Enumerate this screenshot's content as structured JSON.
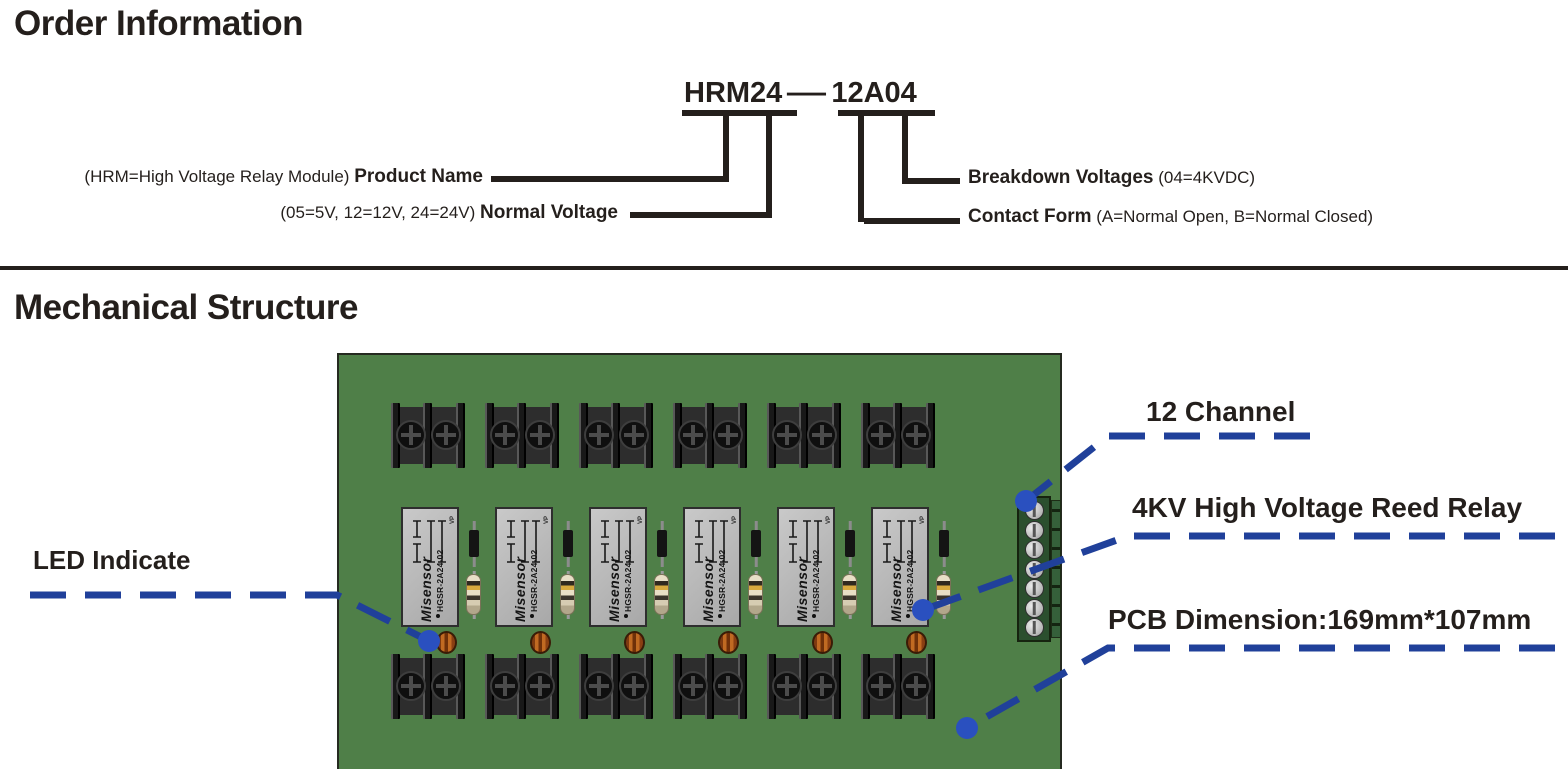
{
  "order_info": {
    "heading": "Order Information",
    "part_number": {
      "prefix": "HRM24",
      "separator": "—",
      "suffix": "12A04"
    },
    "left_labels": [
      {
        "paren": "(HRM=High Voltage Relay Module)",
        "name": "Product Name"
      },
      {
        "paren": "(05=5V, 12=12V, 24=24V)",
        "name": "Normal Voltage"
      }
    ],
    "right_labels": [
      {
        "name": "Breakdown Voltages",
        "paren": "(04=4KVDC)"
      },
      {
        "name": "Contact Form",
        "paren": "(A=Normal Open, B=Normal Closed)"
      }
    ]
  },
  "mechanical": {
    "heading": "Mechanical Structure",
    "callouts": {
      "led": "LED Indicate",
      "channel": "12 Channel",
      "relay": "4KV High Voltage Reed Relay",
      "pcb": "PCB Dimension:169mm*107mm"
    },
    "relay": {
      "brand": "Misensor",
      "model": "HGSR-2A24-02",
      "corner_mark": "VP"
    }
  },
  "colors": {
    "ink": "#241f1c",
    "callout-blue": "#20409a",
    "dot-blue": "#2a50bf",
    "pcb-green": "#4f7f48",
    "connector-green": "#2b4f2e"
  }
}
